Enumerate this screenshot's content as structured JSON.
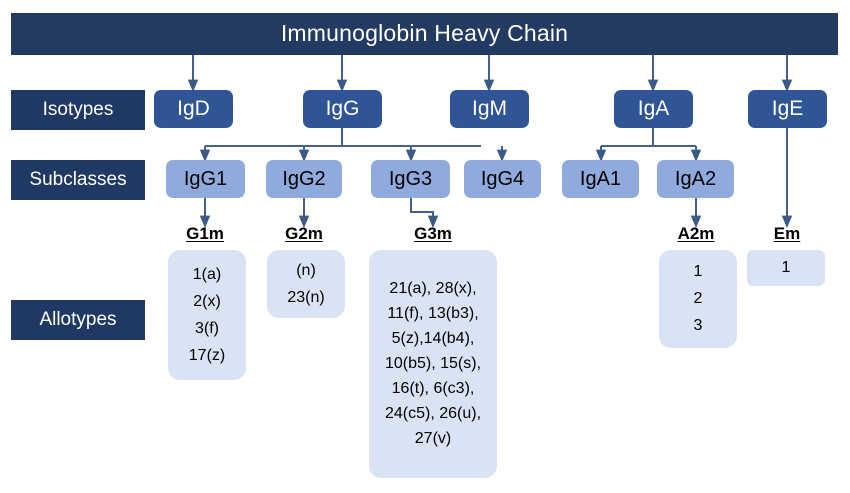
{
  "header": {
    "title": "Immunoglobin Heavy Chain"
  },
  "row_labels": {
    "isotypes": "Isotypes",
    "subclasses": "Subclasses",
    "allotypes": "Allotypes"
  },
  "isotypes": [
    {
      "label": "IgD"
    },
    {
      "label": "IgG"
    },
    {
      "label": "IgM"
    },
    {
      "label": "IgA"
    },
    {
      "label": "IgE"
    }
  ],
  "subclasses": [
    {
      "label": "IgG1"
    },
    {
      "label": "IgG2"
    },
    {
      "label": "IgG3"
    },
    {
      "label": "IgG4"
    },
    {
      "label": "IgA1"
    },
    {
      "label": "IgA2"
    }
  ],
  "allotype_groups": [
    {
      "title": "G1m",
      "values": [
        "1(a)",
        "2(x)",
        "3(f)",
        "17(z)"
      ]
    },
    {
      "title": "G2m",
      "values": [
        "(n)",
        "23(n)"
      ]
    },
    {
      "title": "G3m",
      "values": [
        "21(a), 28(x),",
        "11(f), 13(b3),",
        "5(z),14(b4),",
        "10(b5), 15(s),",
        "16(t), 6(c3),",
        "24(c5), 26(u),",
        "27(v)"
      ]
    },
    {
      "title": "A2m",
      "values": [
        "1",
        "2",
        "3"
      ]
    },
    {
      "title": "Em",
      "values": [
        "1"
      ]
    }
  ],
  "colors": {
    "header_navy": "#233A62",
    "label_navy": "#1F3864",
    "isotype_blue": "#2F5597",
    "subclass_blue": "#8FAADC",
    "allotype_panel": "#DAE3F3",
    "connector": "#44618E",
    "background": "#FFFFFF"
  }
}
